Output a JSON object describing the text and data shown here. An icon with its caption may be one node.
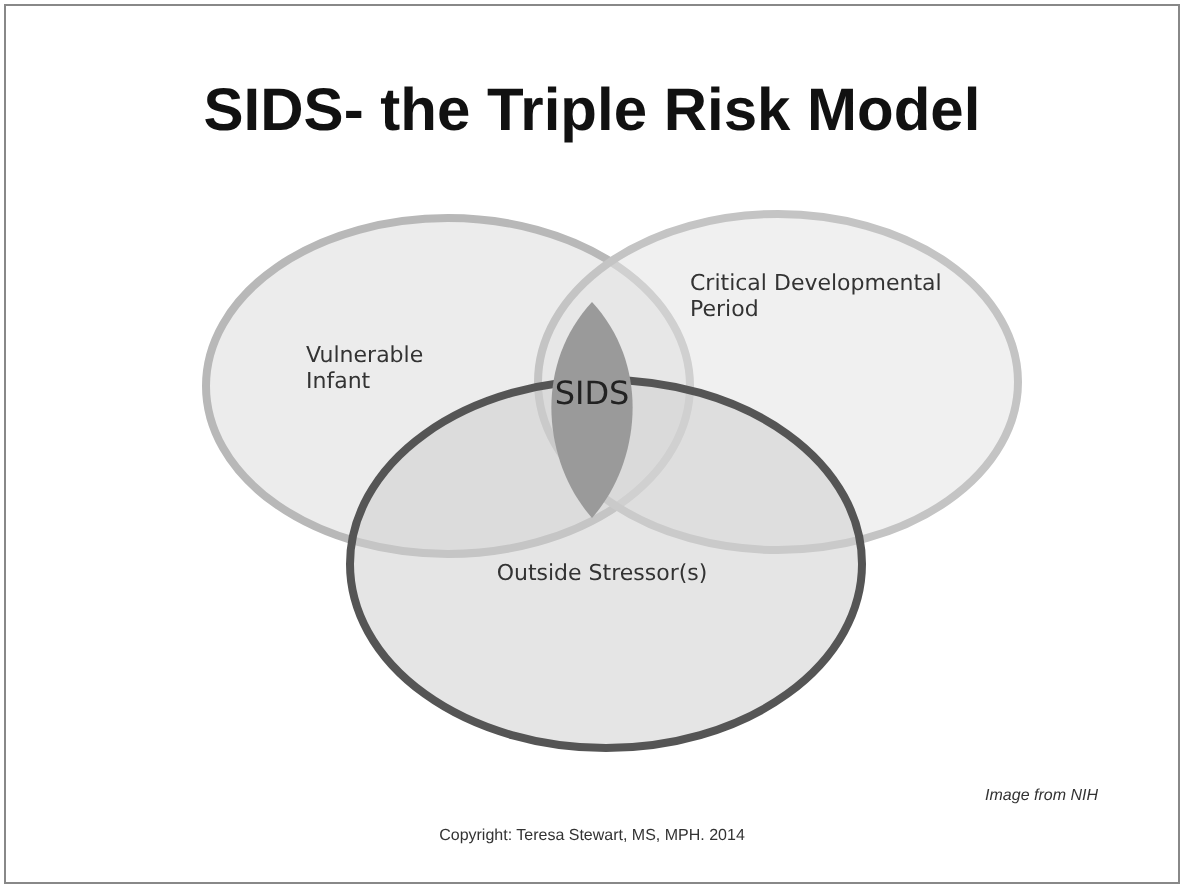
{
  "diagram": {
    "title": "SIDS- the Triple Risk Model",
    "nodes": [
      {
        "text": [
          "Vulnerable Infant"
        ]
      },
      {
        "text": [
          "Critical Developmental Period"
        ]
      },
      {
        "text": [
          "Outside Stressor(s)"
        ]
      },
      {
        "text": [
          "SIDS"
        ]
      }
    ],
    "labels": [
      "Image from NIH",
      "Copyright: Teresa Stewart, MS, MPH. 2014"
    ]
  }
}
